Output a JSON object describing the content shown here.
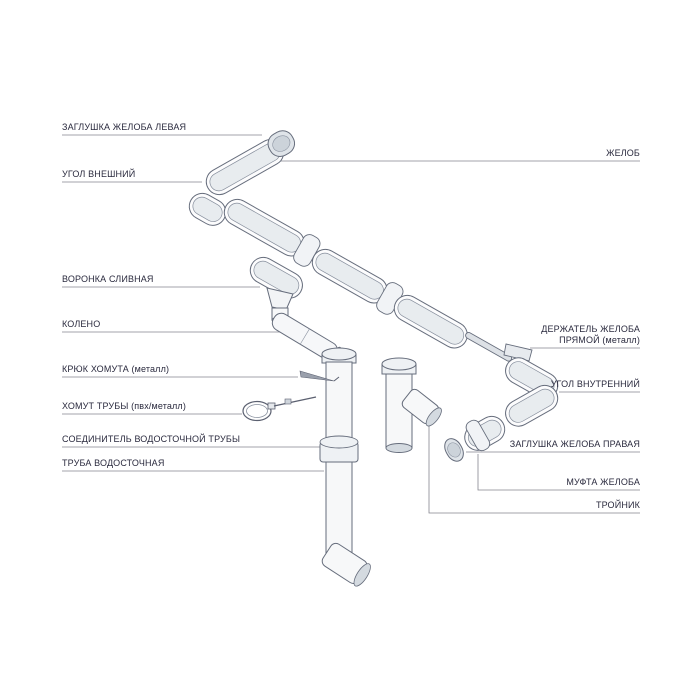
{
  "page": {
    "background": "#ffffff",
    "line_color": "#666d7c",
    "leader_color": "#85858f",
    "text_color": "#2a2a3e"
  },
  "labels": {
    "left": [
      {
        "id": "gutter-end-cap-left",
        "text": "ЗАГЛУШКА ЖЕЛОБА ЛЕВАЯ"
      },
      {
        "id": "outer-corner",
        "text": "УГОЛ ВНЕШНИЙ"
      },
      {
        "id": "drain-funnel",
        "text": "ВОРОНКА СЛИВНАЯ"
      },
      {
        "id": "elbow",
        "text": "КОЛЕНО"
      },
      {
        "id": "clamp-hook",
        "text": "КРЮК ХОМУТА (металл)"
      },
      {
        "id": "pipe-clamp",
        "text": "ХОМУТ ТРУБЫ (пвх/металл)"
      },
      {
        "id": "downpipe-connector",
        "text": "СОЕДИНИТЕЛЬ ВОДОСТОЧНОЙ ТРУБЫ"
      },
      {
        "id": "downpipe",
        "text": "ТРУБА ВОДОСТОЧНАЯ"
      }
    ],
    "right": [
      {
        "id": "gutter",
        "text": "ЖЕЛОБ"
      },
      {
        "id": "gutter-holder",
        "text": "ДЕРЖАТЕЛЬ ЖЕЛОБА ПРЯМОЙ (металл)"
      },
      {
        "id": "inner-corner",
        "text": "УГОЛ ВНУТРЕННИЙ"
      },
      {
        "id": "gutter-end-cap-right",
        "text": "ЗАГЛУШКА ЖЕЛОБА ПРАВАЯ"
      },
      {
        "id": "gutter-coupling",
        "text": "МУФТА ЖЕЛОБА"
      },
      {
        "id": "tee",
        "text": "ТРОЙНИК"
      }
    ]
  }
}
